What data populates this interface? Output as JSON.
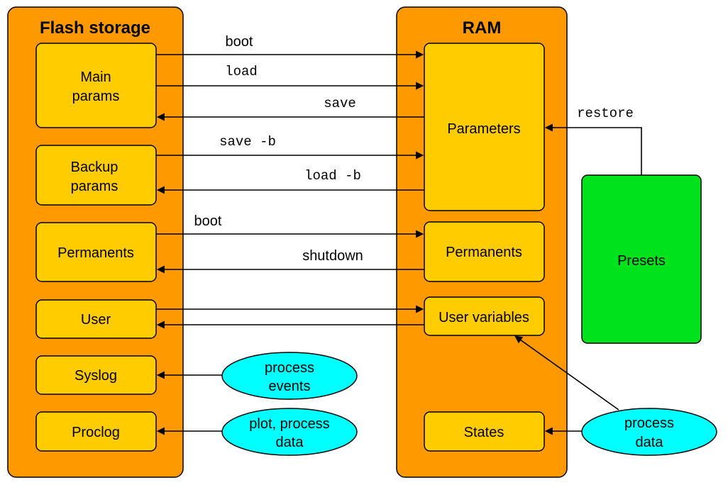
{
  "colors": {
    "container": "#ff9900",
    "box": "#ffcc00",
    "presets": "#00e21c",
    "ellipse": "#00ffff",
    "stroke": "#000000"
  },
  "flash": {
    "title": "Flash storage",
    "main_params": [
      "Main",
      "params"
    ],
    "backup_params": [
      "Backup",
      "params"
    ],
    "permanents": "Permanents",
    "user": "User",
    "syslog": "Syslog",
    "proclog": "Proclog"
  },
  "ram": {
    "title": "RAM",
    "parameters": "Parameters",
    "permanents": "Permanents",
    "user_variables": "User variables",
    "states": "States"
  },
  "presets": {
    "label": "Presets"
  },
  "sources": {
    "process_events": [
      "process",
      "events"
    ],
    "plot_process_data": [
      "plot, process",
      "data"
    ],
    "process_data": [
      "process",
      "data"
    ]
  },
  "arrows": {
    "boot_params": "boot",
    "load": "load",
    "save": "save",
    "save_b": "save -b",
    "load_b": "load -b",
    "boot_perm": "boot",
    "shutdown": "shutdown",
    "restore": "restore"
  }
}
